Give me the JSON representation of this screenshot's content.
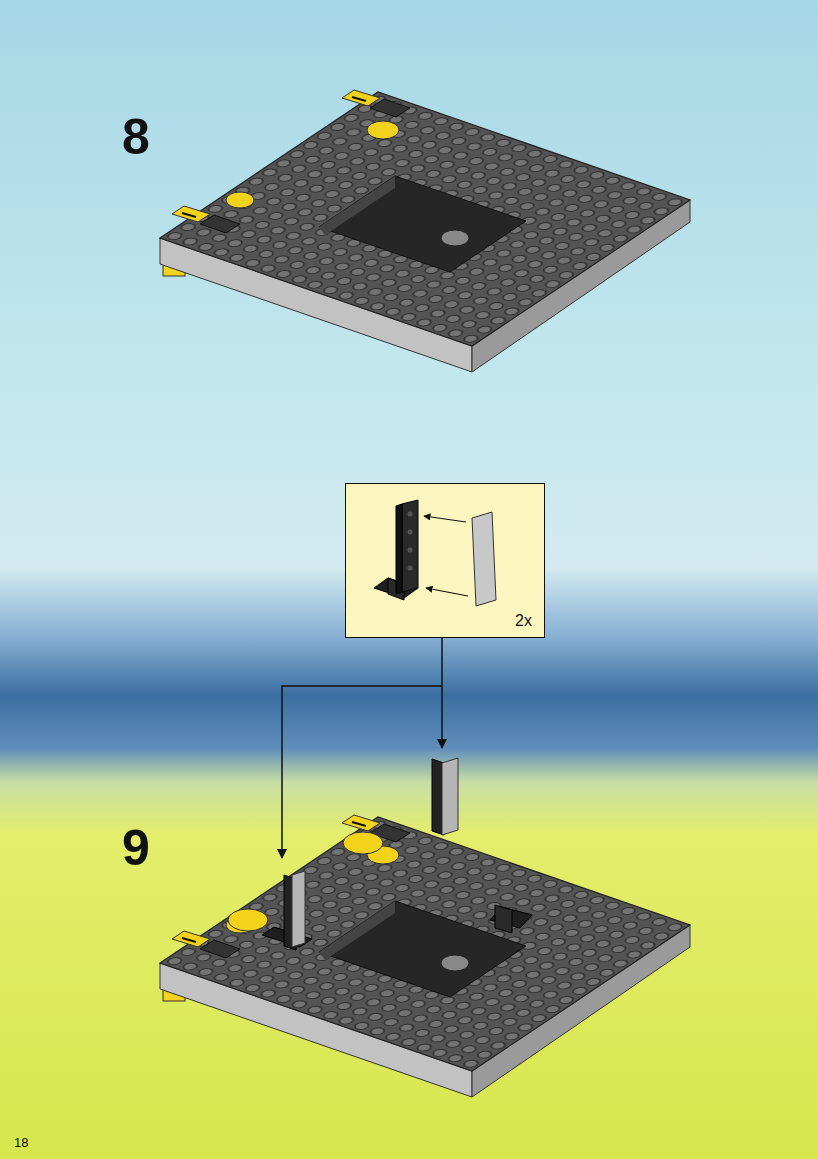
{
  "diagram": {
    "nodes": [
      {
        "text": [
          "2x"
        ]
      }
    ],
    "labels": [
      "8",
      "9",
      "18"
    ]
  }
}
